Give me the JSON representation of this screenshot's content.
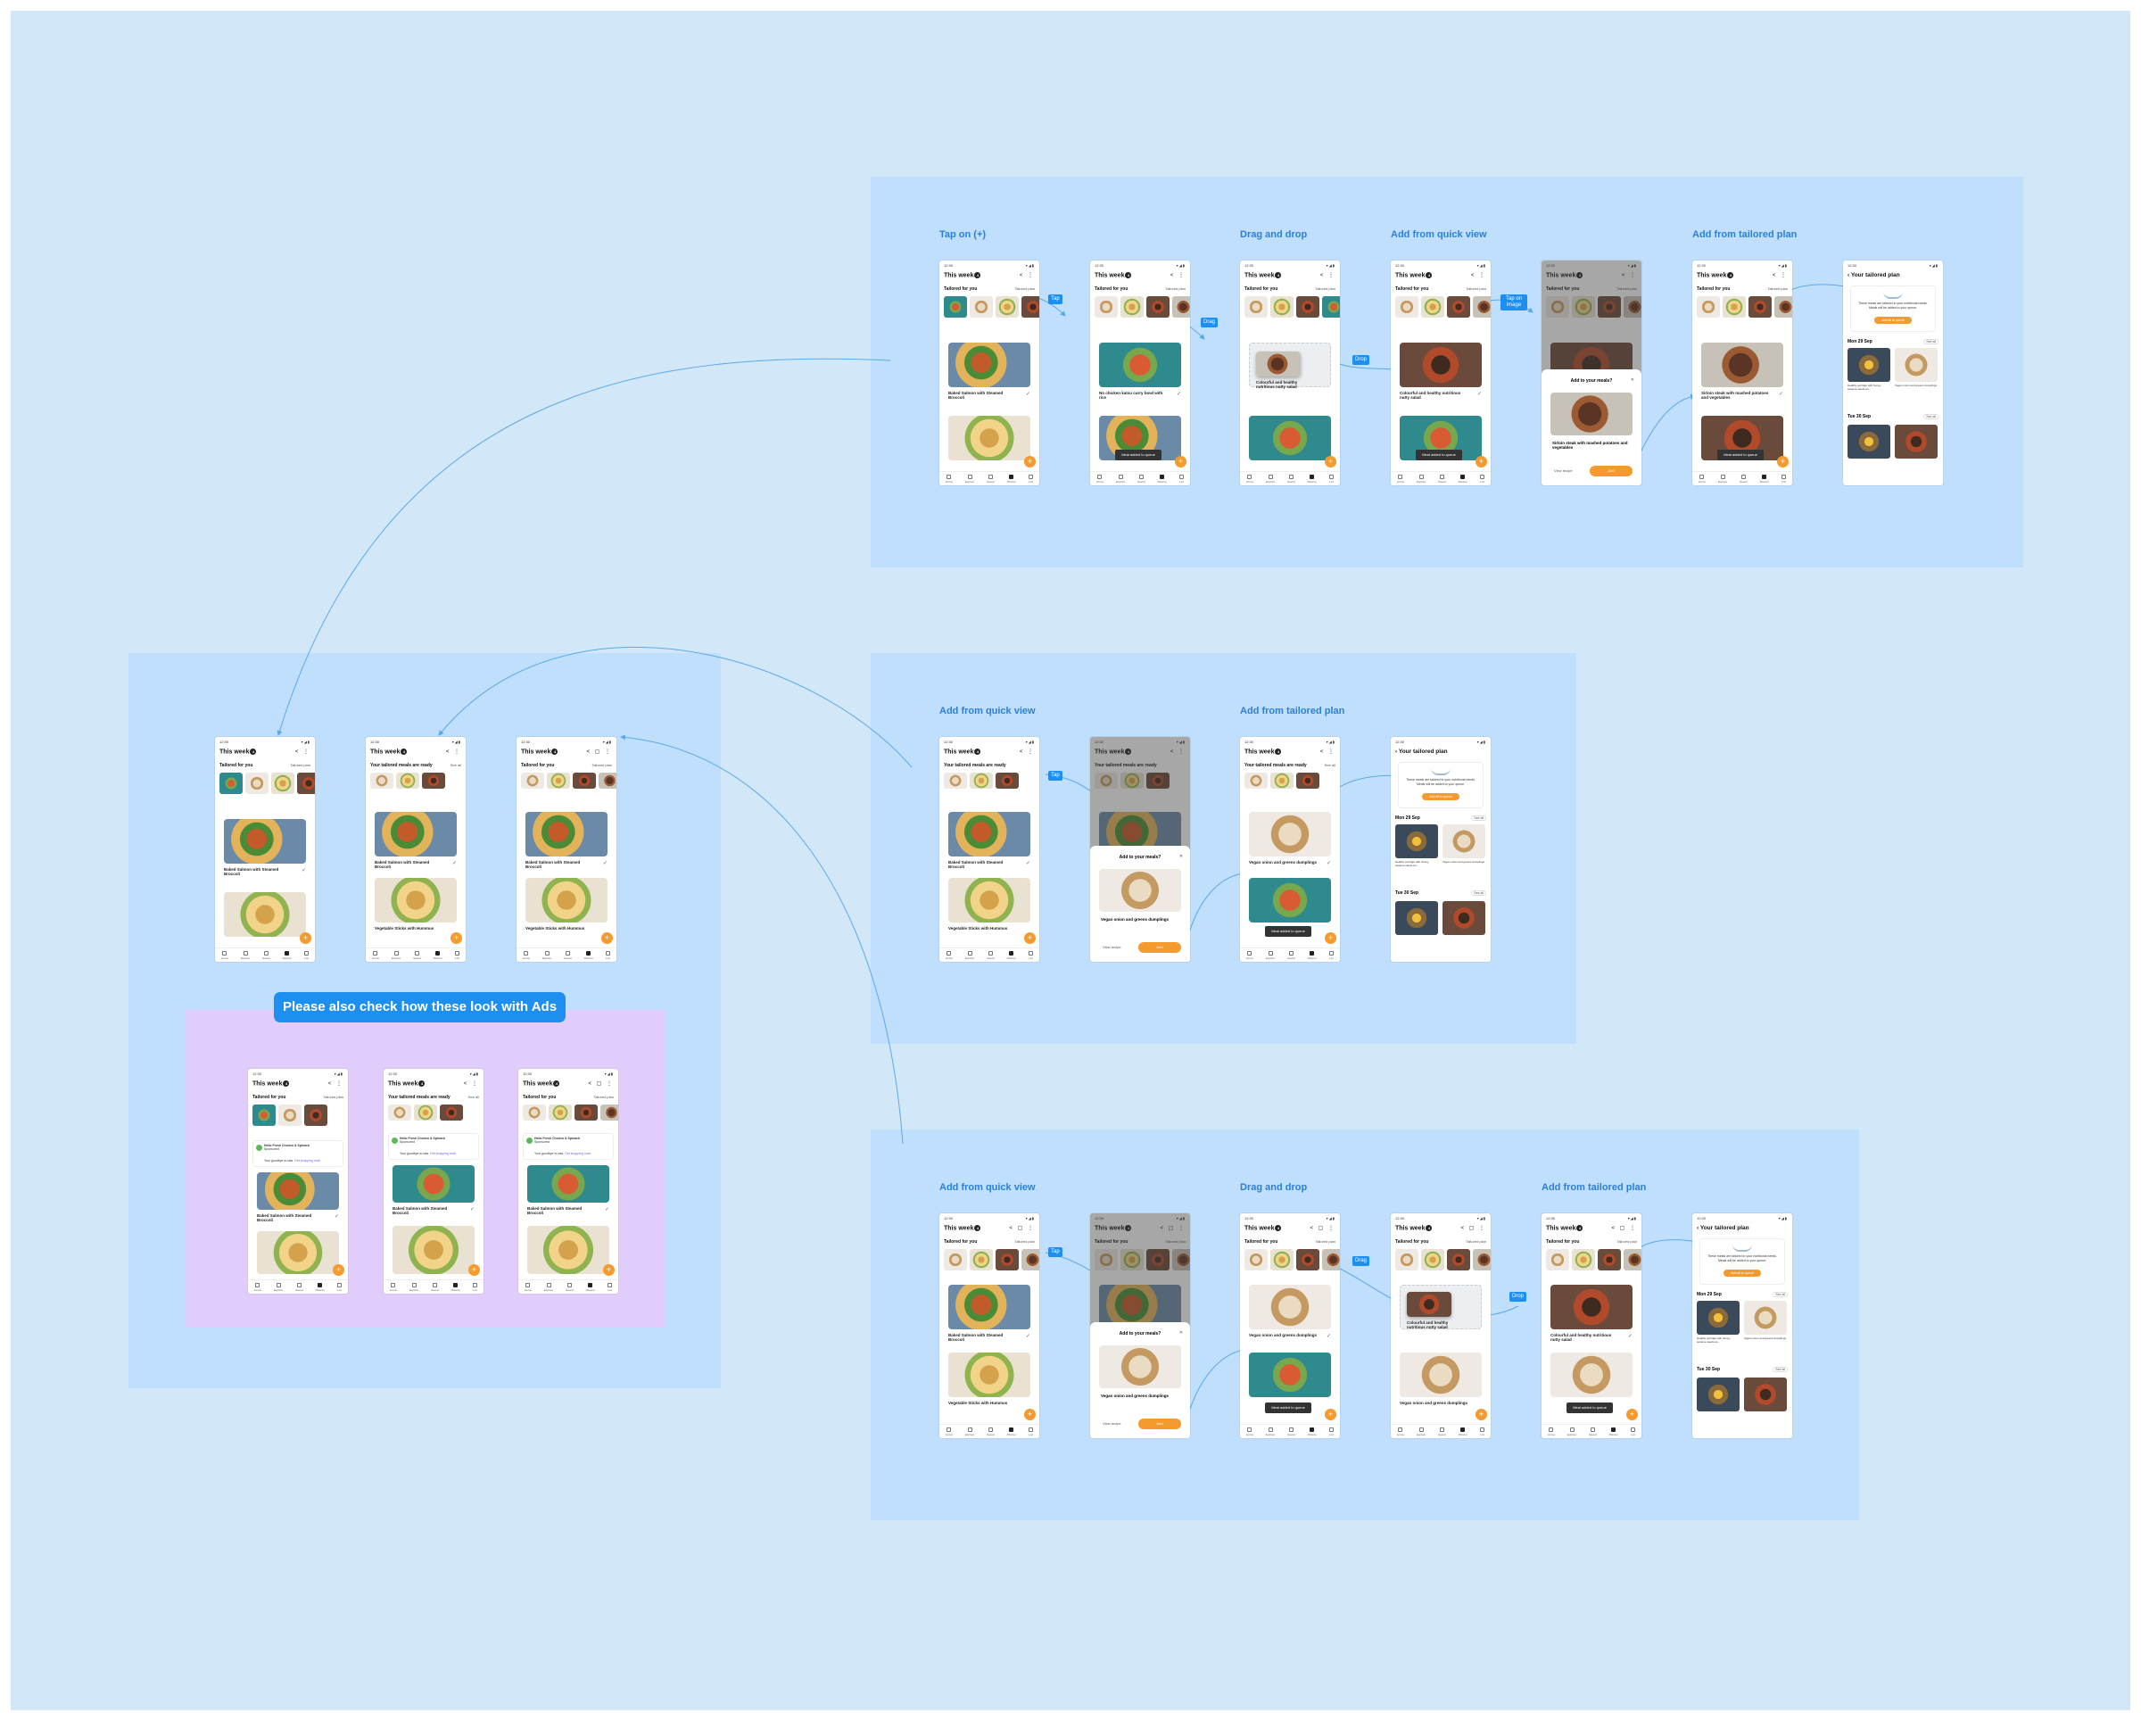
{
  "colors": {
    "background": "#d2e7f8",
    "section": "#bfdffd",
    "ads_area": "#e0cdfb",
    "accent_orange": "#f59a2e",
    "link_blue": "#2c7fd6",
    "tag_blue": "#1c8ff0"
  },
  "sections": {
    "top": {
      "labels": [
        "Tap on (+)",
        "Drag and drop",
        "Add from quick view",
        "Add from tailored plan"
      ]
    },
    "middle": {
      "labels": [
        "Add from quick view",
        "Add from tailored plan"
      ]
    },
    "bottom": {
      "labels": [
        "Add from quick view",
        "Drag and drop",
        "Add from tailored plan"
      ]
    },
    "left": {
      "ads_banner": "Please also check how these look with Ads"
    }
  },
  "tags": {
    "tap": "Tap",
    "drag": "Drag",
    "drop": "Drop",
    "tap_on_image": "Tap on image"
  },
  "phone": {
    "time": "12:30",
    "status_icons": "▾◢▮",
    "title": "This week",
    "badge": "4",
    "header_icons": "< ⋮",
    "header_icons_cal": "< ▢ ⋮",
    "tailored_for_you": "Tailored for you",
    "tailored_plan_link": "Tailored plan",
    "ready_title": "Your tailored meals are ready",
    "see_all": "See all",
    "fab": "+",
    "check": "✓",
    "nav": [
      "Home",
      "Explore",
      "Saved",
      "Planner",
      "List"
    ]
  },
  "recipes": {
    "salmon": "Baked Salmon with Steamed Broccoli",
    "veg_sticks": "Vegetable Sticks with Hummus",
    "katsu": "No chicken katsu curry bowl with rice",
    "colourful": "Colourful and healthy nutritious nutty salad",
    "sirloin": "Sirloin steak with mashed potatoes and vegetables",
    "dumplings": "Vegan onion and greens dumplings"
  },
  "sheet": {
    "title": "Add to your meals?",
    "view_recipe": "View recipe",
    "add": "Add"
  },
  "toast": "Meal added to queue",
  "plan": {
    "title": "Your tailored plan",
    "card_text": "These meals are tailored to your nutritional needs. Meals will be added to your queue.",
    "card_button": "Add all to queue",
    "day1": "Mon 29 Sep",
    "day2": "Tue 30 Sep",
    "see_all": "See all",
    "cap1": "Healthy porridge with honey, sesame seeds an...",
    "cap2": "Vegan onion and greens dumplings"
  },
  "ad": {
    "title": "Hello Fresh Chorizo & Spinach",
    "sponsored": "Sponsored",
    "promo": "Your goodbye to rats.",
    "promo_link": "Get shopping now!"
  }
}
